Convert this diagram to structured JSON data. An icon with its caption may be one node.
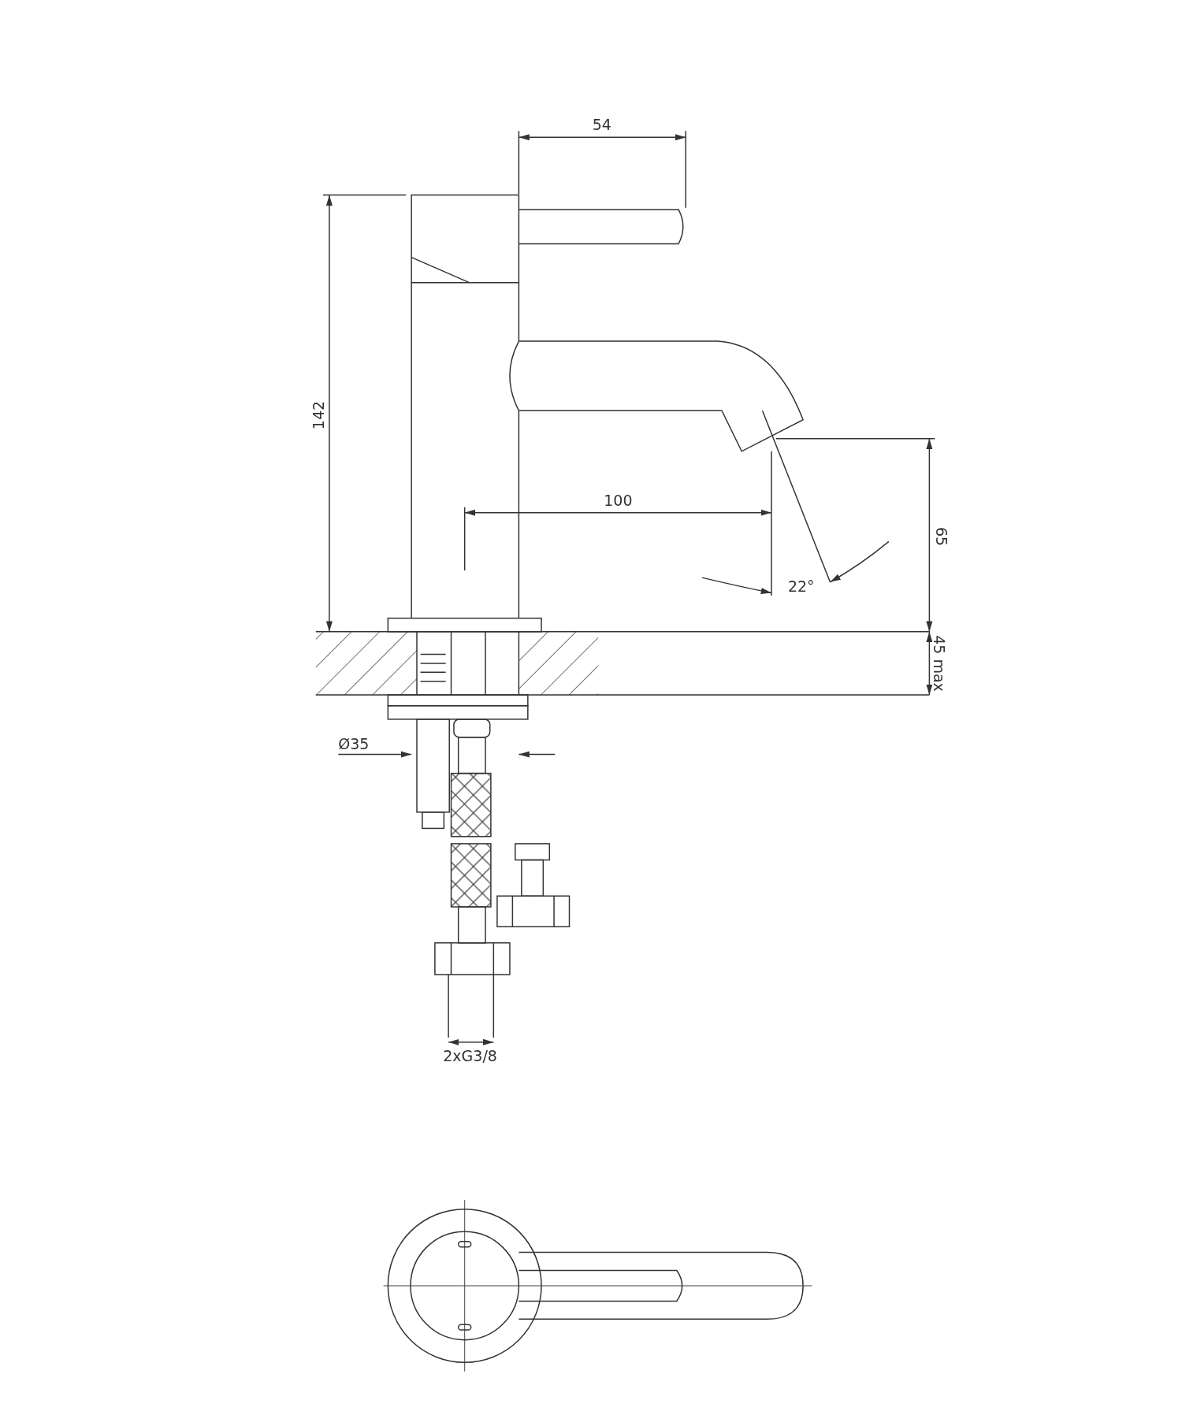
{
  "diagram": {
    "labels": [
      "54",
      "142",
      "100",
      "65",
      "22°",
      "45 max",
      "Ø35",
      "2xG3/8"
    ]
  }
}
